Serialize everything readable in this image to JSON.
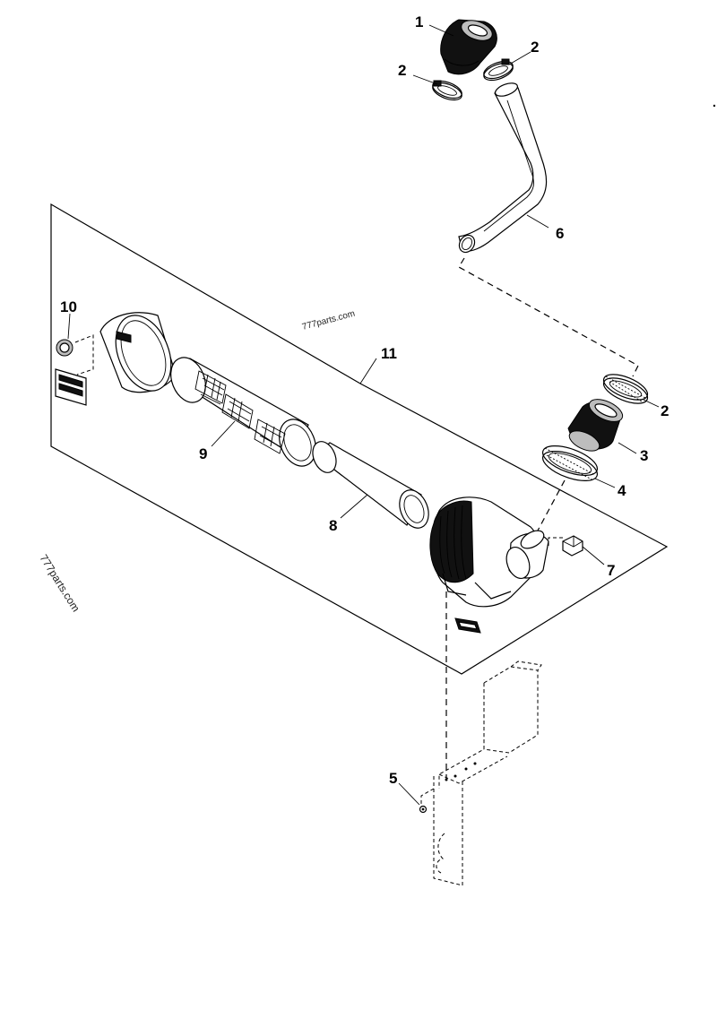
{
  "watermarks": {
    "center": "777parts.com",
    "left": "777parts.com"
  },
  "callouts": [
    {
      "id": "c1",
      "text": "1"
    },
    {
      "id": "c2a",
      "text": "2"
    },
    {
      "id": "c2b",
      "text": "2"
    },
    {
      "id": "c2c",
      "text": "2"
    },
    {
      "id": "c3",
      "text": "3"
    },
    {
      "id": "c4",
      "text": "4"
    },
    {
      "id": "c5",
      "text": "5"
    },
    {
      "id": "c6",
      "text": "6"
    },
    {
      "id": "c7",
      "text": "7"
    },
    {
      "id": "c8",
      "text": "8"
    },
    {
      "id": "c9",
      "text": "9"
    },
    {
      "id": "c10",
      "text": "10"
    },
    {
      "id": "c11",
      "text": "11"
    }
  ]
}
